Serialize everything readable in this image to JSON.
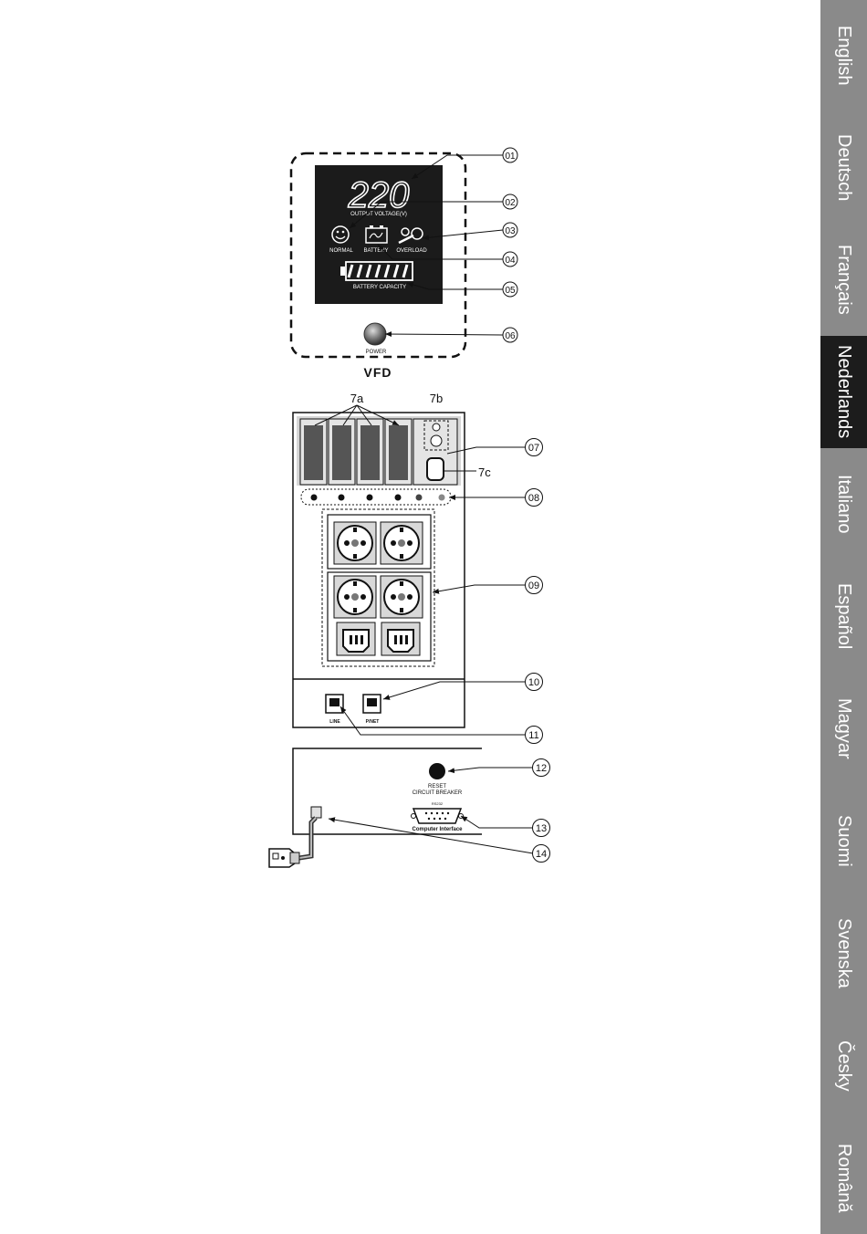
{
  "tabs": [
    {
      "label": "English",
      "active": false
    },
    {
      "label": "Deutsch",
      "active": false
    },
    {
      "label": "Français",
      "active": false
    },
    {
      "label": "Nederlands",
      "active": true
    },
    {
      "label": "Italiano",
      "active": false
    },
    {
      "label": "Español",
      "active": false
    },
    {
      "label": "Magyar",
      "active": false
    },
    {
      "label": "Suomi",
      "active": false
    },
    {
      "label": "Svenska",
      "active": false
    },
    {
      "label": "Česky",
      "active": false
    },
    {
      "label": "Română",
      "active": false
    }
  ],
  "display": {
    "voltage": "220",
    "voltage_label": "OUTPUT VOLTAGE(V)",
    "normal": "NORMAL",
    "battery": "BATTERY",
    "overload": "OVERLOAD",
    "capacity": "BATTERY CAPACITY",
    "power": "POWER",
    "vfd": "VFD"
  },
  "back": {
    "label_7a": "7a",
    "label_7b": "7b",
    "label_7c": "7c",
    "line": "LINE",
    "pnet": "P/NET"
  },
  "side": {
    "reset1": "RESET",
    "reset2": "CIRCUIT BREAKER",
    "rs232": "RS232",
    "computer": "Computer Interface"
  },
  "callouts": {
    "c01": "01",
    "c02": "02",
    "c03": "03",
    "c04": "04",
    "c05": "05",
    "c06": "06",
    "c07": "07",
    "c08": "08",
    "c09": "09",
    "c10": "10",
    "c11": "11",
    "c12": "12",
    "c13": "13",
    "c14": "14"
  },
  "colors": {
    "sidebar": "#8a8a8a",
    "active_tab": "#1c1c1c",
    "lcd": "#1b1b1b"
  }
}
